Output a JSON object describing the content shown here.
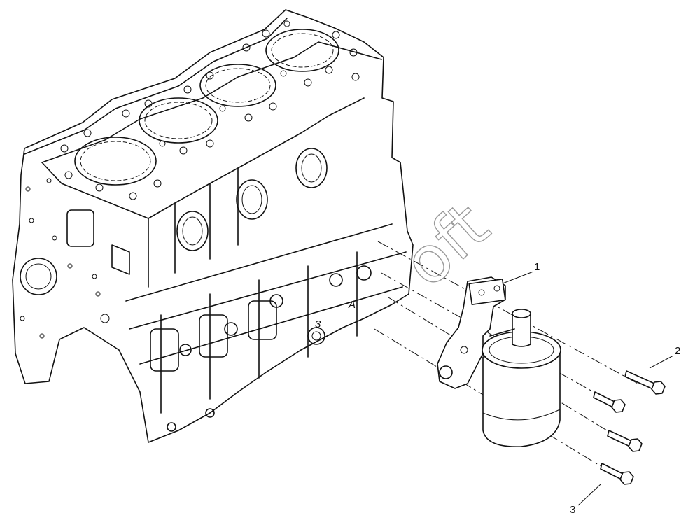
{
  "callouts": [
    {
      "id": "1",
      "label": "1"
    },
    {
      "id": "2",
      "label": "2"
    },
    {
      "id": "3",
      "label": "3"
    }
  ],
  "marks": {
    "feature_a": "A",
    "feature_3": "3"
  },
  "watermark": "oft"
}
